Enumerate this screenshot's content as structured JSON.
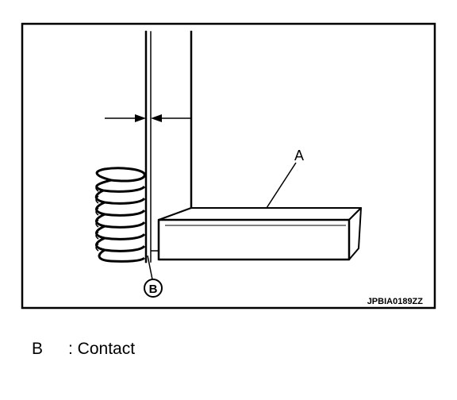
{
  "diagram": {
    "figure_code": "JPBIA0189ZZ",
    "part_label_a": "A",
    "callout_b": "B"
  },
  "legend": {
    "key": "B",
    "description": ": Contact"
  },
  "colors": {
    "line": "#000000",
    "background": "#ffffff"
  }
}
